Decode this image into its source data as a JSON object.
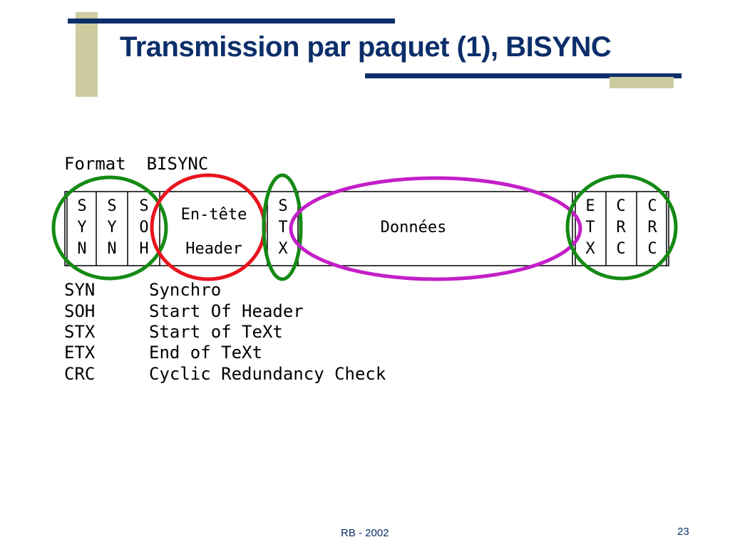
{
  "slide": {
    "title": "Transmission par paquet (1), BISYNC",
    "footer_left": "RB - 2002",
    "page_number": "23"
  },
  "diagram": {
    "heading": "Format  BISYNC",
    "frame": {
      "syn1": [
        "S",
        "Y",
        "N"
      ],
      "syn2": [
        "S",
        "Y",
        "N"
      ],
      "soh": [
        "S",
        "O",
        "H"
      ],
      "header_line1": "En-tête",
      "header_line2": "Header",
      "stx": [
        "S",
        "T",
        "X"
      ],
      "data": "Données",
      "etx": [
        "E",
        "T",
        "X"
      ],
      "crc1": [
        "C",
        "R",
        "C"
      ],
      "crc2": [
        "C",
        "R",
        "C"
      ]
    },
    "legend": [
      {
        "abbr": "SYN",
        "meaning": "Synchro"
      },
      {
        "abbr": "SOH",
        "meaning": "Start  Of  Header"
      },
      {
        "abbr": "STX",
        "meaning": "Start  of  TeXt"
      },
      {
        "abbr": "ETX",
        "meaning": "End  of  TeXt"
      },
      {
        "abbr": "CRC",
        "meaning": "Cyclic  Redundancy  Check"
      }
    ],
    "colors": {
      "sync_circle": "#148a14",
      "header_circle": "#e8141e",
      "data_circle": "#c31fc8",
      "title_blue": "#0c2f6a",
      "accent_khaki": "#cdcca0"
    }
  }
}
